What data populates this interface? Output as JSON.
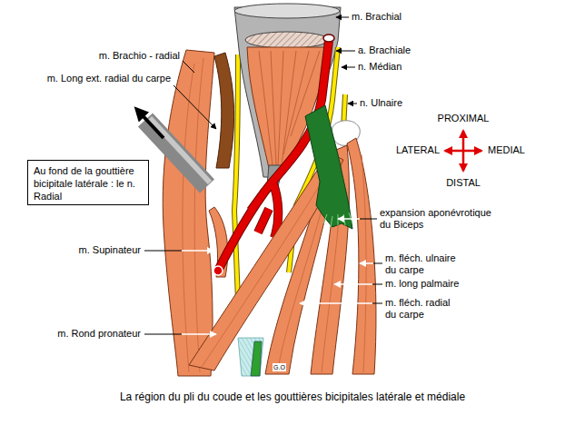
{
  "diagram": {
    "caption": "La région du pli du coude et les gouttières bicipitales latérale et médiale",
    "nodes": [
      {
        "text": [
          "Au fond de la gouttière bicipitale latérale : le n. Radial"
        ]
      }
    ],
    "labels": [
      "m. Brachial",
      "a. Brachiale",
      "n. Médian",
      "n. Ulnaire",
      "m. Brachio - radial",
      "m. Long ext. radial du carpe",
      "PROXIMAL",
      "LATERAL",
      "MEDIAL",
      "DISTAL",
      "expansion aponévrotique du Biceps",
      "m. Supinateur",
      "m. fléch. ulnaire du carpe",
      "m. long palmaire",
      "m. fléch. radial du carpe",
      "m. Rond pronateur",
      "G.O"
    ]
  }
}
